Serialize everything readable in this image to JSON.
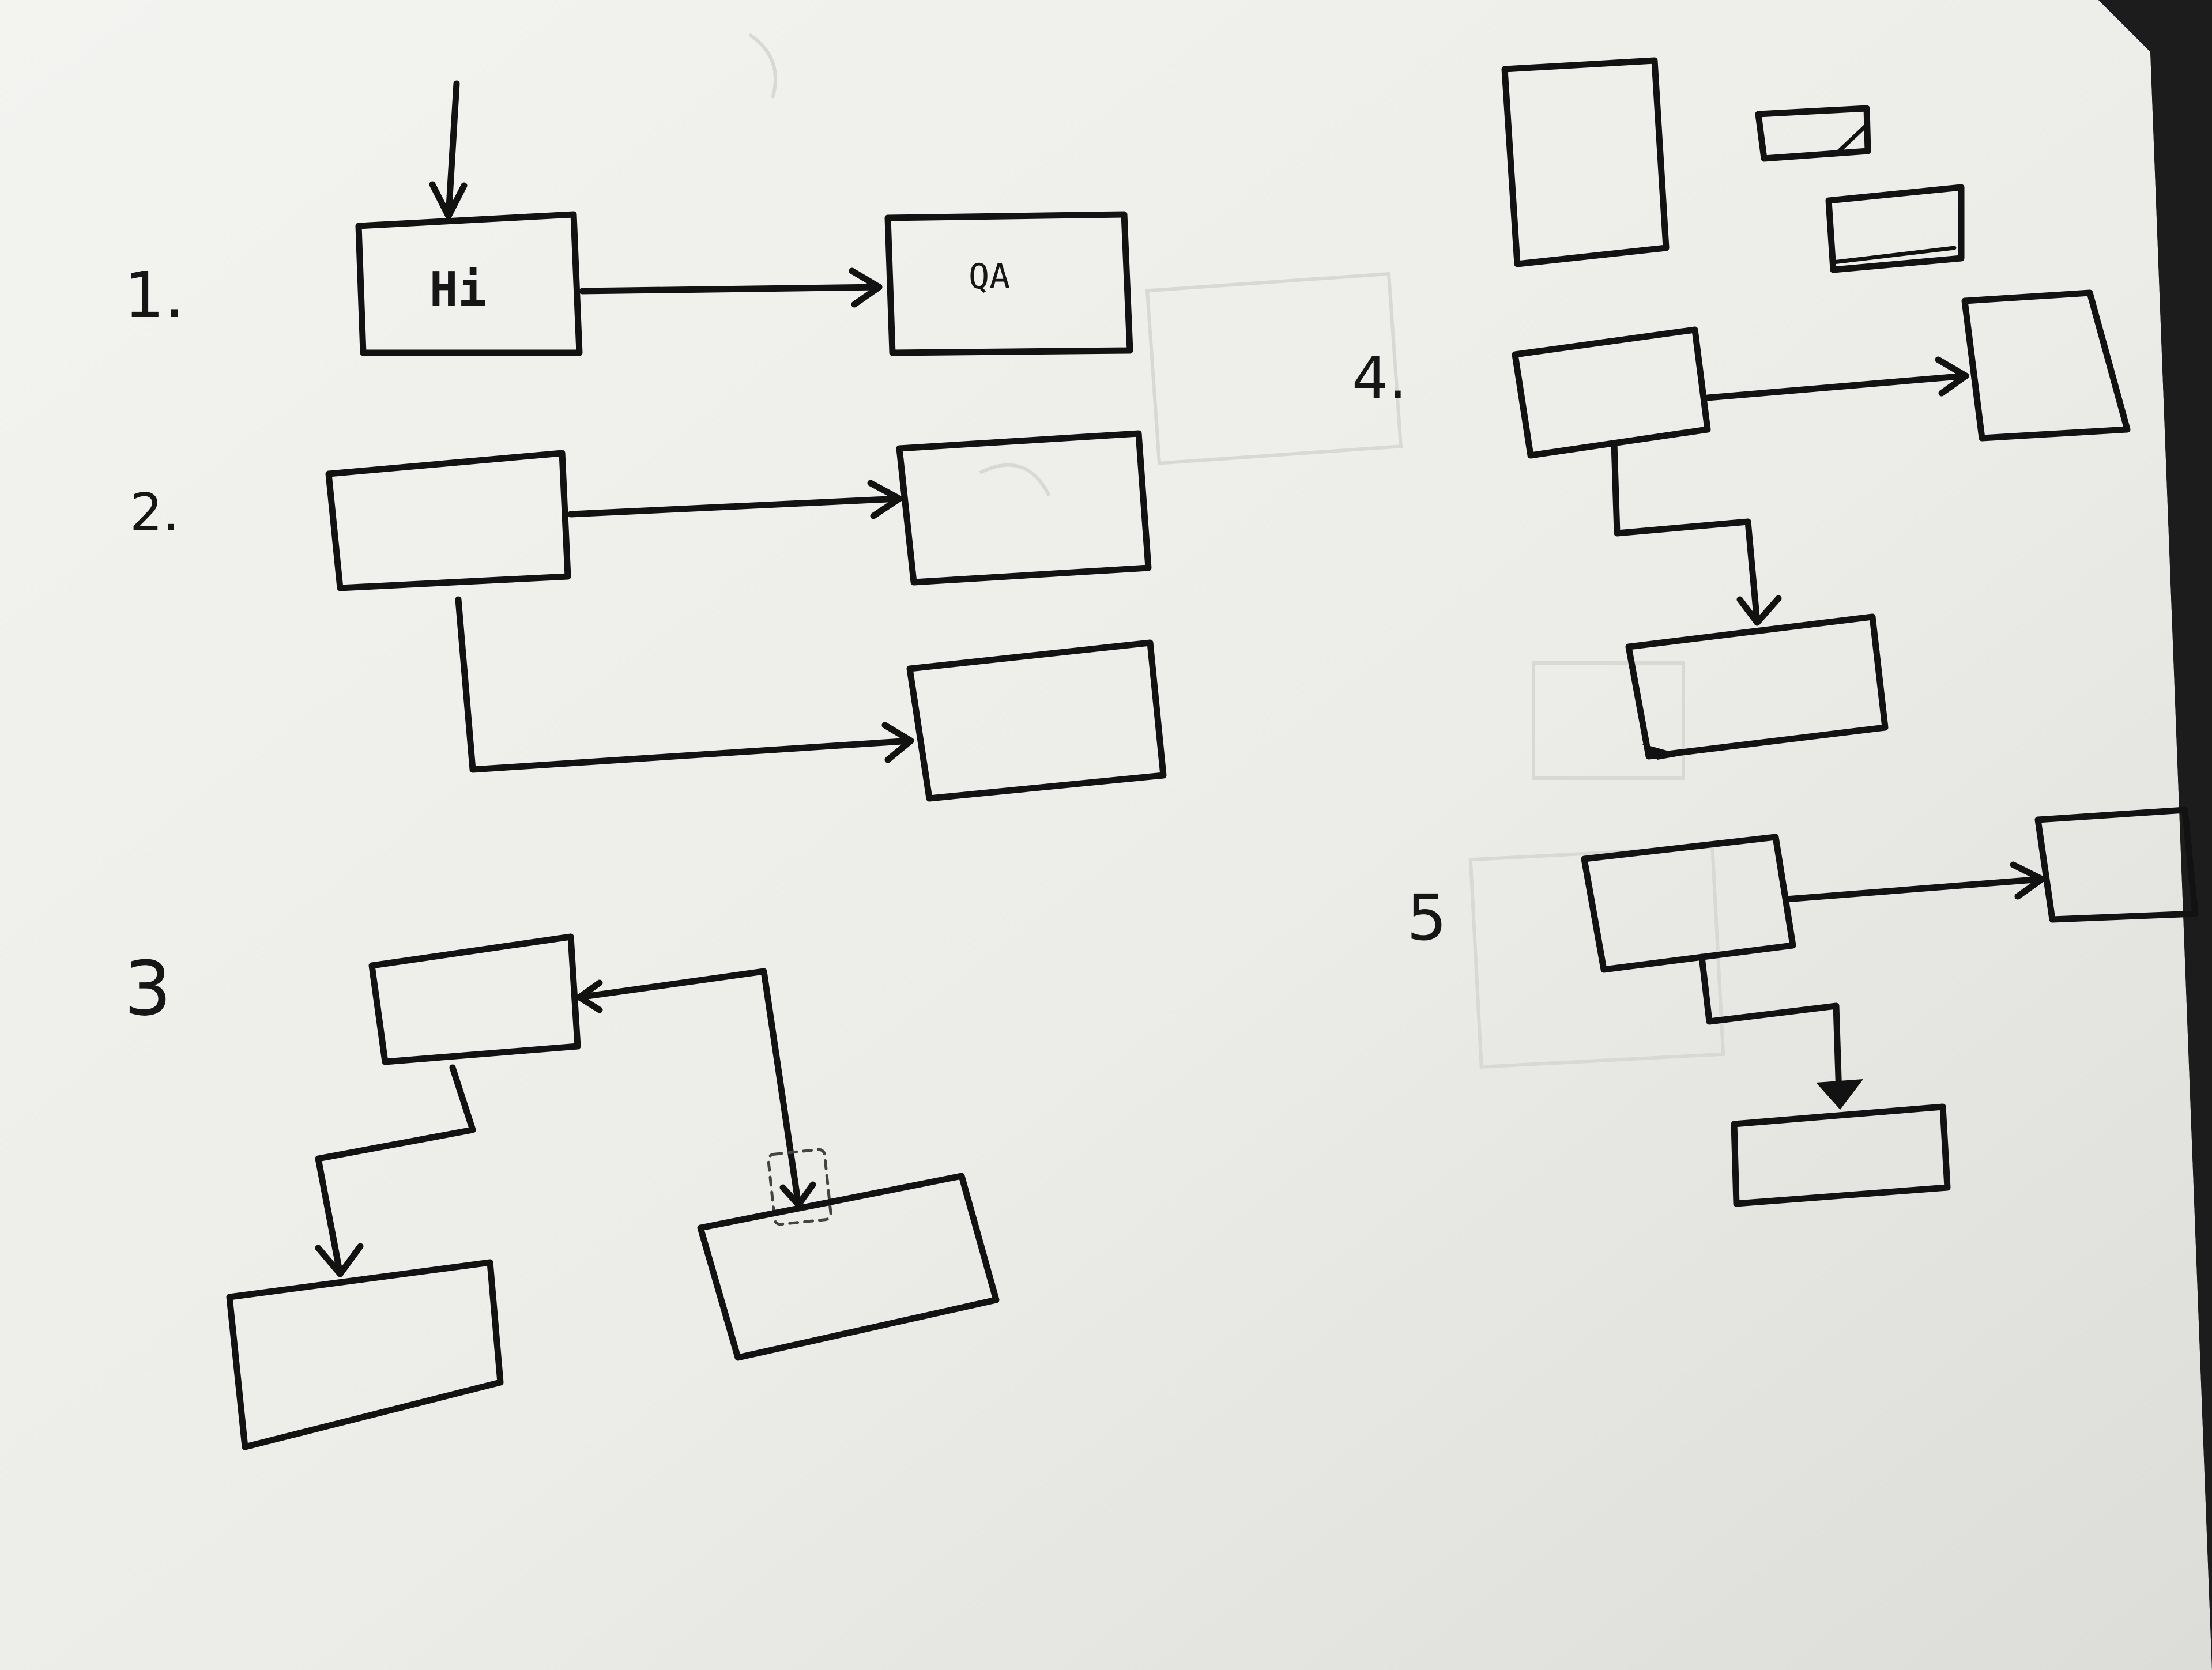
{
  "diagrams": [
    {
      "number": "1.",
      "boxes": [
        "Hi",
        "QA"
      ]
    },
    {
      "number": "2."
    },
    {
      "number": "3"
    },
    {
      "number": "4."
    },
    {
      "number": "5"
    }
  ],
  "colors": {
    "paper": "#eeeeea",
    "ink": "#121212",
    "background": "#1f1f1f"
  }
}
